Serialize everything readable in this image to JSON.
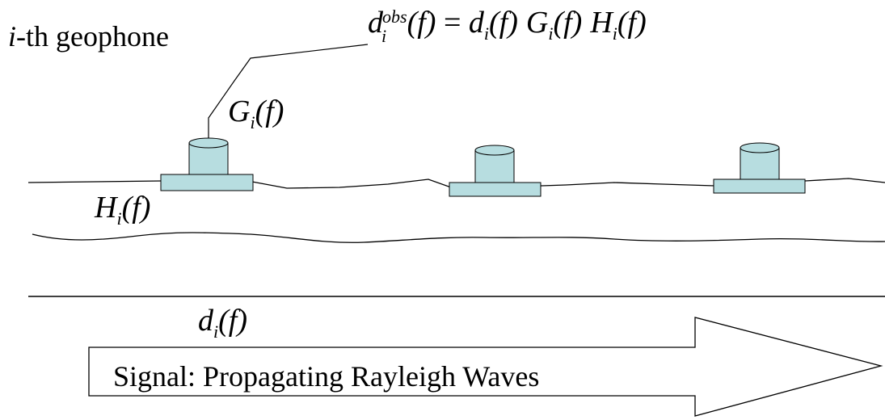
{
  "colors": {
    "background": "#ffffff",
    "line": "#000000",
    "geophone_fill": "#b7dde0"
  },
  "labels": {
    "geophone_index": "i",
    "geophone_suffix": "-th geophone",
    "eq_lhs_base": "d",
    "eq_lhs_sub": "i",
    "eq_lhs_sup": "obs",
    "eq_lhs_arg": "(f)",
    "eq_equals": " = ",
    "eq_d_base": "d",
    "eq_d_sub": "i",
    "eq_d_arg": "(f)",
    "eq_g_base": "G",
    "eq_g_sub": "i",
    "eq_g_arg": "(f)",
    "eq_h_base": "H",
    "eq_h_sub": "i",
    "eq_h_arg": "(f)",
    "g_label_base": "G",
    "g_label_sub": "i",
    "g_label_arg": "(f)",
    "h_label_base": "H",
    "h_label_sub": "i",
    "h_label_arg": "(f)",
    "d_label_base": "d",
    "d_label_sub": "i",
    "d_label_arg": "(f)",
    "signal_text": "Signal: Propagating Rayleigh Waves"
  },
  "geophones": [
    {
      "id": "geophone-1"
    },
    {
      "id": "geophone-2"
    },
    {
      "id": "geophone-3"
    }
  ]
}
